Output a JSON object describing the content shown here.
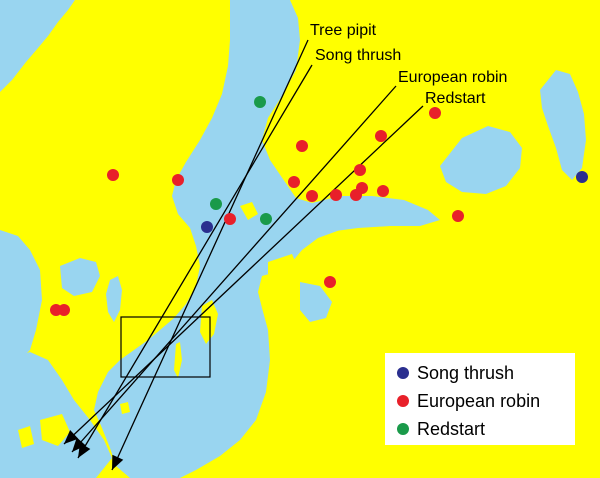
{
  "map": {
    "land_color": "#ffff00",
    "water_color": "#99d5f0",
    "route_labels": {
      "tree_pipit": "Tree pipit",
      "song_thrush": "Song thrush",
      "european_robin": "European robin",
      "redstart": "Redstart"
    }
  },
  "legend": {
    "items": [
      {
        "label": "Song thrush",
        "color": "#2b2f8f"
      },
      {
        "label": "European robin",
        "color": "#e8202a"
      },
      {
        "label": "Redstart",
        "color": "#1a9a4a"
      }
    ]
  }
}
